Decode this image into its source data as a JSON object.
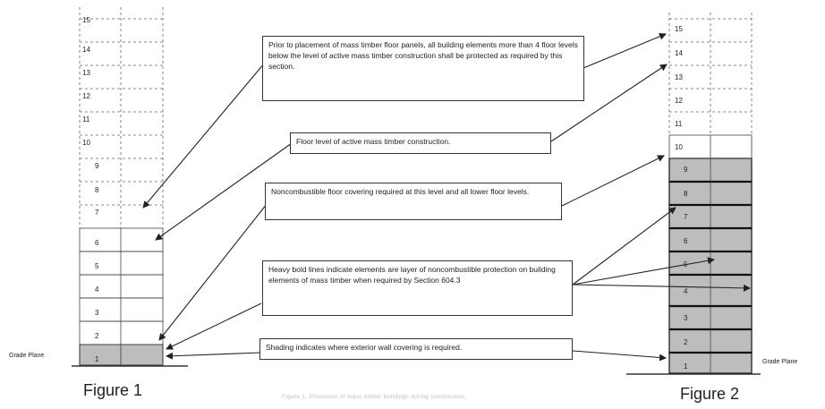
{
  "notes": {
    "protect_lower": "Prior to placement of mass timber floor panels, all building elements more than 4 floor levels below the level of active mass timber construction shall be protected as required by this section.",
    "active_level": "Floor level of active mass timber construction.",
    "noncombustible_floor": "Noncombustible floor covering required at this level and all lower floor levels.",
    "heavy_lines": "Heavy bold lines indicate elements are layer of noncombustible protection on building elements of mass timber when required by Section 604.3",
    "shading": "Shading indicates where exterior wall covering is required."
  },
  "figure1": {
    "caption": "Figure 1",
    "grade_label": "Grade Plane",
    "floor_labels": [
      "1",
      "2",
      "3",
      "4",
      "5",
      "6",
      "7",
      "8",
      "9",
      "10",
      "11",
      "12",
      "13",
      "14",
      "15"
    ]
  },
  "figure2": {
    "caption": "Figure 2",
    "grade_label": "Grade Plane",
    "floor_labels": [
      "1",
      "2",
      "3",
      "4",
      "5",
      "6",
      "7",
      "8",
      "9",
      "10",
      "11",
      "12",
      "13",
      "14",
      "15"
    ]
  },
  "footer": "Figure 1. Protection of mass timber buildings during construction.",
  "colors": {
    "shading": "#bdbdbd",
    "line": "#333333",
    "dashed": "#555555"
  }
}
